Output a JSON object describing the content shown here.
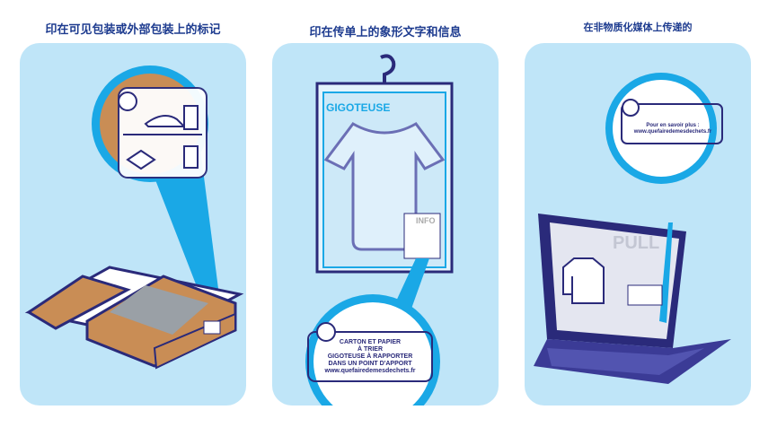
{
  "panels": [
    {
      "title": "印在可见包装或外部包装上的标记"
    },
    {
      "title": "印在传单上的象形文字和信息",
      "garment_brand": "GIGOTEUSE",
      "info_tag": "INFO",
      "label_lines": [
        "CARTON ET PAPIER",
        "À TRIER",
        "GIGOTEUSE À RAPPORTER",
        "DANS UN POINT D'APPORT",
        "www.quefairedemesdechets.fr"
      ]
    },
    {
      "title": "在非物质化媒体上传递的",
      "label_lines": [
        "Pour en savoir plus :",
        "www.quefairedemesdechets.fr"
      ],
      "screen_word": "PULL"
    }
  ],
  "colors": {
    "panel": "#bfe5f8",
    "accent": "#1aa8e6",
    "navy": "#2a2a7a",
    "cardboard": "#c98d55"
  }
}
